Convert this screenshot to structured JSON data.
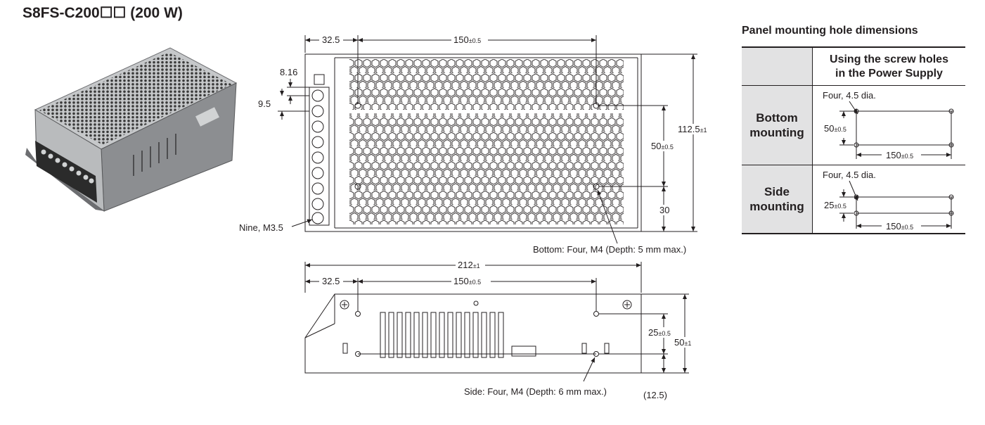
{
  "title": "S8FS-C200☐☐ (200 W)",
  "top_view": {
    "dim_left_offset": "32.5",
    "dim_hole_spacing": "150",
    "dim_hole_spacing_tol": "±0.5",
    "dim_terminal_pitch_a": "8.16",
    "dim_terminal_pitch_b": "9.5",
    "dim_hole_vertical": "50",
    "dim_hole_vertical_tol": "±0.5",
    "dim_bottom_offset": "30",
    "dim_height": "112.5",
    "dim_height_tol": "±1",
    "terminal_note": "Nine, M3.5",
    "bottom_note": "Bottom: Four, M4 (Depth: 5 mm max.)"
  },
  "side_view": {
    "dim_length": "212",
    "dim_length_tol": "±1",
    "dim_left_offset": "32.5",
    "dim_hole_spacing": "150",
    "dim_hole_spacing_tol": "±0.5",
    "dim_hole_vertical": "25",
    "dim_hole_vertical_tol": "±0.5",
    "dim_height": "50",
    "dim_height_tol": "±1",
    "dim_bottom_offset": "(12.5)",
    "side_note": "Side: Four, M4 (Depth: 6 mm max.)"
  },
  "panel": {
    "title": "Panel mounting hole dimensions",
    "column_header_line1": "Using the screw holes",
    "column_header_line2": "in the Power Supply",
    "rows": [
      {
        "label_line1": "Bottom",
        "label_line2": "mounting",
        "hole_note": "Four, 4.5 dia.",
        "dim_vertical": "50",
        "dim_vertical_tol": "±0.5",
        "dim_horizontal": "150",
        "dim_horizontal_tol": "±0.5"
      },
      {
        "label_line1": "Side",
        "label_line2": "mounting",
        "hole_note": "Four, 4.5 dia.",
        "dim_vertical": "25",
        "dim_vertical_tol": "±0.5",
        "dim_horizontal": "150",
        "dim_horizontal_tol": "±0.5"
      }
    ]
  },
  "colors": {
    "ink": "#231f20",
    "table_header_fill": "#e2e2e3",
    "photo_metal": "#a7a9ac"
  }
}
